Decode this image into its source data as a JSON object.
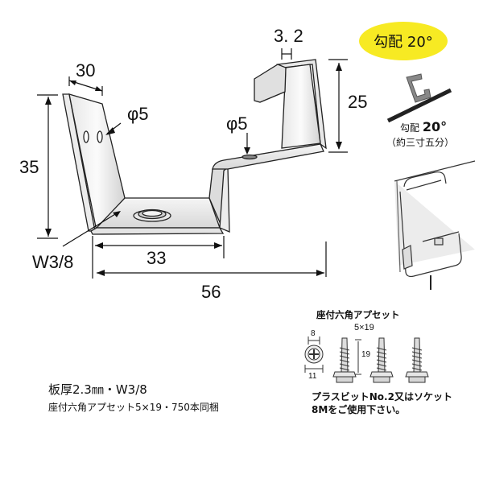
{
  "pitch_badge": {
    "label": "勾配 20°",
    "color": "#f7ea23"
  },
  "pitch_detail": {
    "line1_prefix": "勾配",
    "line1_value": "20°",
    "line2": "（約三寸五分）"
  },
  "dimensions": {
    "top_width": "30",
    "left_height": "35",
    "hole_left": "φ5",
    "hole_right": "φ5",
    "hook_gap": "3. 2",
    "right_height": "25",
    "bottom_inner": "33",
    "bottom_total": "56",
    "bolt_thread": "W3/8"
  },
  "specs": {
    "line1": "板厚2.3㎜・W3/8",
    "line2": "座付六角アプセット5×19・750本同梱"
  },
  "screw_set": {
    "title": "座付六角アプセット",
    "size": "5×19",
    "head_width": "8",
    "washer_width": "11",
    "length": "19",
    "count_shown": 3,
    "instructions_line1": "プラスビットNo.2又はソケット",
    "instructions_line2": "8Mをご使用下さい。"
  },
  "colors": {
    "line": "#111111",
    "metal_light": "#f2f2f2",
    "metal_shade": "#cfcfcf",
    "roof": "#2a2a2a"
  }
}
